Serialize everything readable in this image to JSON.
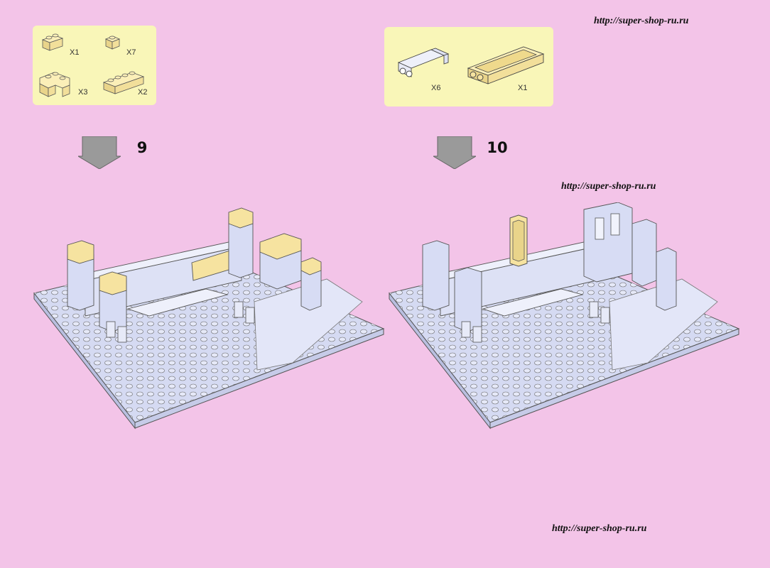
{
  "watermarks": {
    "top": "http://super-shop-ru.ru",
    "middle": "http://super-shop-ru.ru",
    "bottom": "http://super-shop-ru.ru"
  },
  "step9": {
    "number": "9",
    "parts": [
      {
        "icon": "brick-1x2-icon",
        "qty": "X1"
      },
      {
        "icon": "brick-1x1-icon",
        "qty": "X7"
      },
      {
        "icon": "corner-brick-icon",
        "qty": "X3"
      },
      {
        "icon": "brick-1x4-icon",
        "qty": "X2"
      }
    ]
  },
  "step10": {
    "number": "10",
    "parts": [
      {
        "icon": "window-frame-icon",
        "qty": "X6"
      },
      {
        "icon": "door-frame-icon",
        "qty": "X1"
      }
    ]
  },
  "colors": {
    "background": "#f3c4e8",
    "parts_box": "#f9f6b8",
    "brick_blue": "#d7dcf4",
    "brick_tan": "#f6e3a0"
  }
}
